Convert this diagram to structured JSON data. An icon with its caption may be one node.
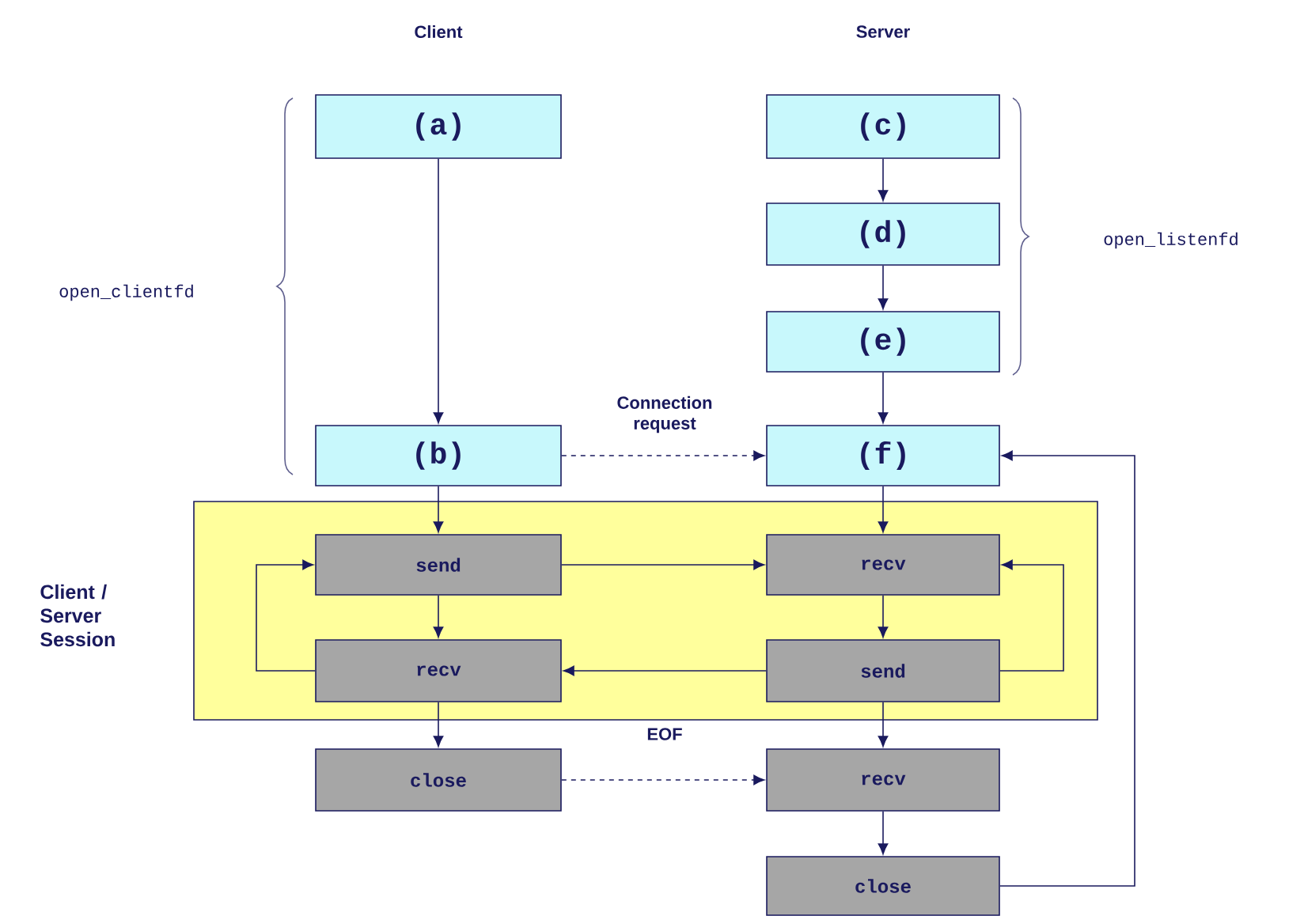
{
  "diagram": {
    "nodes": [
      {
        "text": [
          "(a)"
        ]
      },
      {
        "text": [
          "(b)"
        ]
      },
      {
        "text": [
          "(c)"
        ]
      },
      {
        "text": [
          "(d)"
        ]
      },
      {
        "text": [
          "(e)"
        ]
      },
      {
        "text": [
          "(f)"
        ]
      },
      {
        "text": [
          "Client / Server Session"
        ]
      },
      {
        "text": [
          "send"
        ],
        "in": 6
      },
      {
        "text": [
          "recv"
        ],
        "in": 6
      },
      {
        "text": [
          "recv"
        ],
        "in": 6
      },
      {
        "text": [
          "send"
        ],
        "in": 6
      },
      {
        "text": [
          "close"
        ]
      },
      {
        "text": [
          "recv"
        ]
      },
      {
        "text": [
          "close"
        ]
      }
    ],
    "edges": [
      {
        "from": 0,
        "to": 1,
        "arrow": "to"
      },
      {
        "from": 1,
        "to": 5,
        "arrow": "to",
        "style": "dashed",
        "label": "Connection request"
      },
      {
        "from": 2,
        "to": 3,
        "arrow": "to"
      },
      {
        "from": 3,
        "to": 4,
        "arrow": "to"
      },
      {
        "from": 4,
        "to": 5,
        "arrow": "to"
      },
      {
        "from": 13,
        "to": 5,
        "arrow": "to"
      },
      {
        "from": 1,
        "to": 7,
        "arrow": "to"
      },
      {
        "from": 5,
        "to": 8,
        "arrow": "to"
      },
      {
        "from": 7,
        "to": 8,
        "arrow": "to"
      },
      {
        "from": 7,
        "to": 9,
        "arrow": "to"
      },
      {
        "from": 9,
        "to": 7,
        "arrow": "to"
      },
      {
        "from": 8,
        "to": 10,
        "arrow": "to"
      },
      {
        "from": 10,
        "to": 9,
        "arrow": "to"
      },
      {
        "from": 10,
        "to": 8,
        "arrow": "to"
      },
      {
        "from": 9,
        "to": 11,
        "arrow": "to"
      },
      {
        "from": 11,
        "to": 12,
        "arrow": "to",
        "style": "dashed",
        "label": "EOF"
      },
      {
        "from": 10,
        "to": 12,
        "arrow": "to"
      },
      {
        "from": 12,
        "to": 13,
        "arrow": "to"
      }
    ],
    "labels": [
      "Client",
      "Server",
      "open_clientfd",
      "open_listenfd"
    ]
  }
}
